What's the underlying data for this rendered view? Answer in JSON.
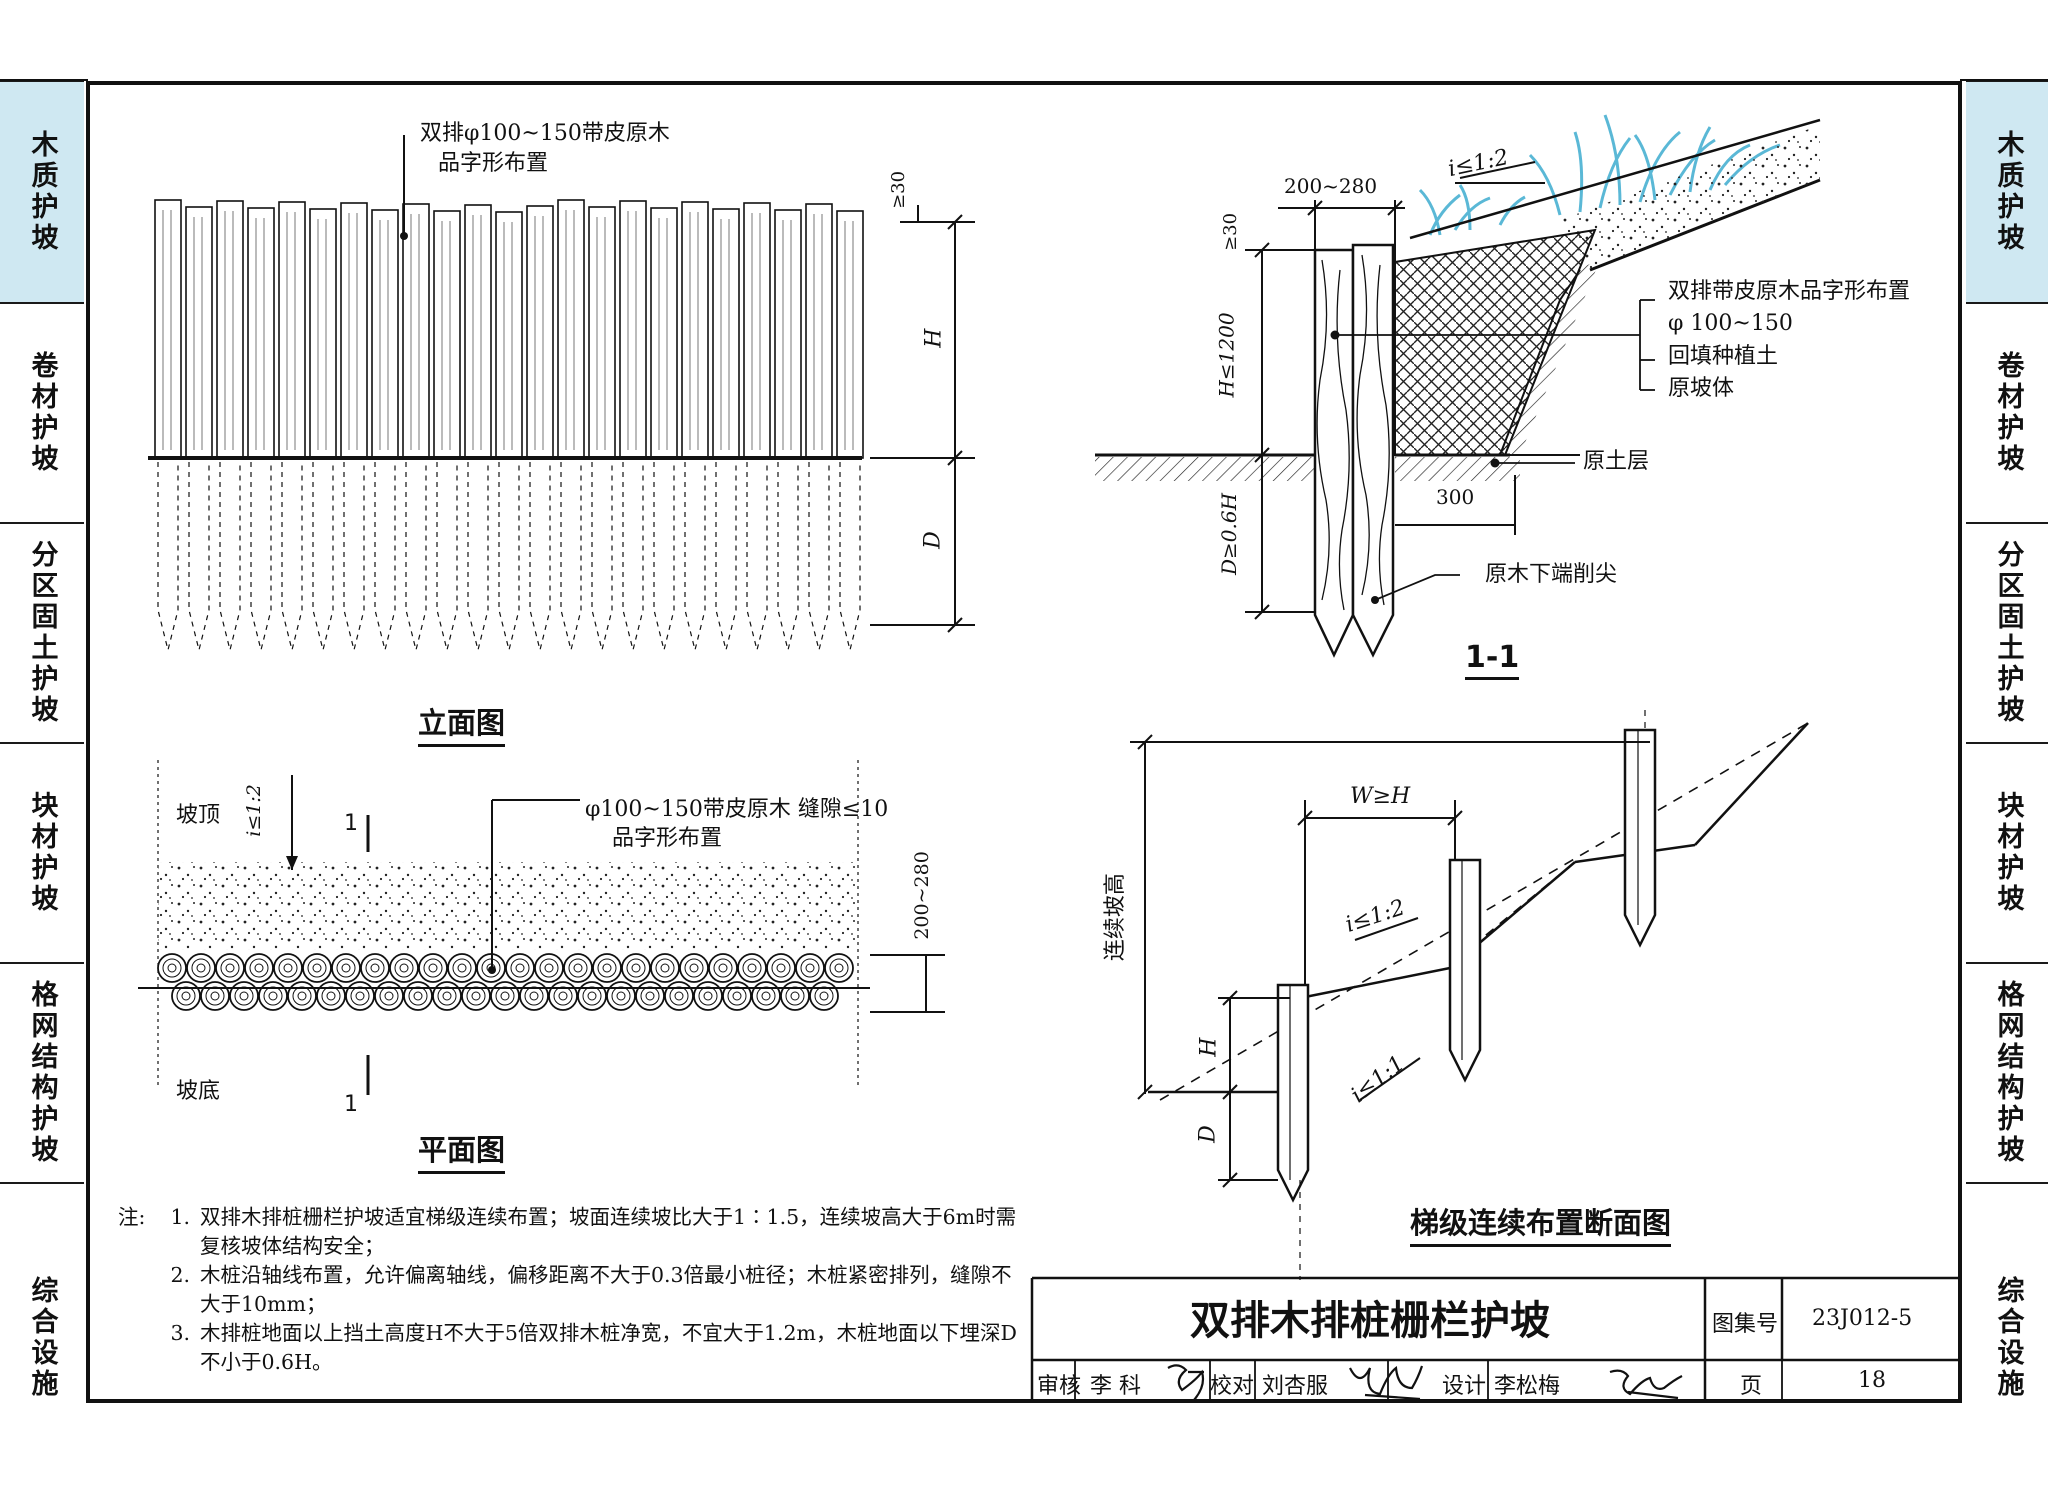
{
  "sidebar": {
    "left": [
      "木质护坡",
      "卷材护坡",
      "分区固土护坡",
      "块材护坡",
      "格网结构护坡",
      "综合设施"
    ],
    "right": [
      "木质护坡",
      "卷材护坡",
      "分区固土护坡",
      "块材护坡",
      "格网结构护坡",
      "综合设施"
    ],
    "active_color": "#cfe8f2"
  },
  "elevation": {
    "callout_line1": "双排φ100~150带皮原木",
    "callout_line2": "品字形布置",
    "dim_top": "≥30",
    "dim_h": "H",
    "dim_d": "D",
    "title": "立面图"
  },
  "plan": {
    "slope_top": "坡顶",
    "slope_bottom": "坡底",
    "slope_ratio": "i≤1:2",
    "section_mark": "1",
    "callout_line1": "φ100~150带皮原木 缝隙≤10",
    "callout_line2": "品字形布置",
    "dim_width": "200~280",
    "title": "平面图"
  },
  "section": {
    "dim_width": "200~280",
    "slope_ratio": "i≤1:2",
    "dim_top": "≥30",
    "dim_h": "H≤1200",
    "dim_d": "D≥0.6H",
    "label_1": "双排带皮原木品字形布置",
    "label_2": "φ 100~150",
    "label_3": "回填种植土",
    "label_4": "原坡体",
    "label_5": "原土层",
    "dim_300": "300",
    "label_6": "原木下端削尖",
    "title": "1-1"
  },
  "stepped": {
    "dim_w": "W≥H",
    "total_height": "连续坡高",
    "ratio_1": "i≤1:2",
    "ratio_2": "i≤1:1",
    "dim_h": "H",
    "dim_d": "D",
    "title": "梯级连续布置断面图"
  },
  "notes": {
    "heading": "注:",
    "items": [
      {
        "num": "1.",
        "text": "双排木排桩栅栏护坡适宜梯级连续布置；坡面连续坡比大于1∶1.5，连续坡高大于6m时需复核坡体结构安全；"
      },
      {
        "num": "2.",
        "text": "木桩沿轴线布置，允许偏离轴线，偏移距离不大于0.3倍最小桩径；木桩紧密排列，缝隙不大于10mm；"
      },
      {
        "num": "3.",
        "text": "木排桩地面以上挡土高度H不大于5倍双排木桩净宽，不宜大于1.2m，木桩地面以下埋深D不小于0.6H。"
      }
    ]
  },
  "title_block": {
    "title": "双排木排桩栅栏护坡",
    "atlas_label": "图集号",
    "atlas_no": "23J012-5",
    "review_label": "审核",
    "reviewer": "李 科",
    "check_label": "校对",
    "checker": "刘杏服",
    "design_label": "设计",
    "designer": "李松梅",
    "page_label": "页",
    "page_no": "18"
  }
}
